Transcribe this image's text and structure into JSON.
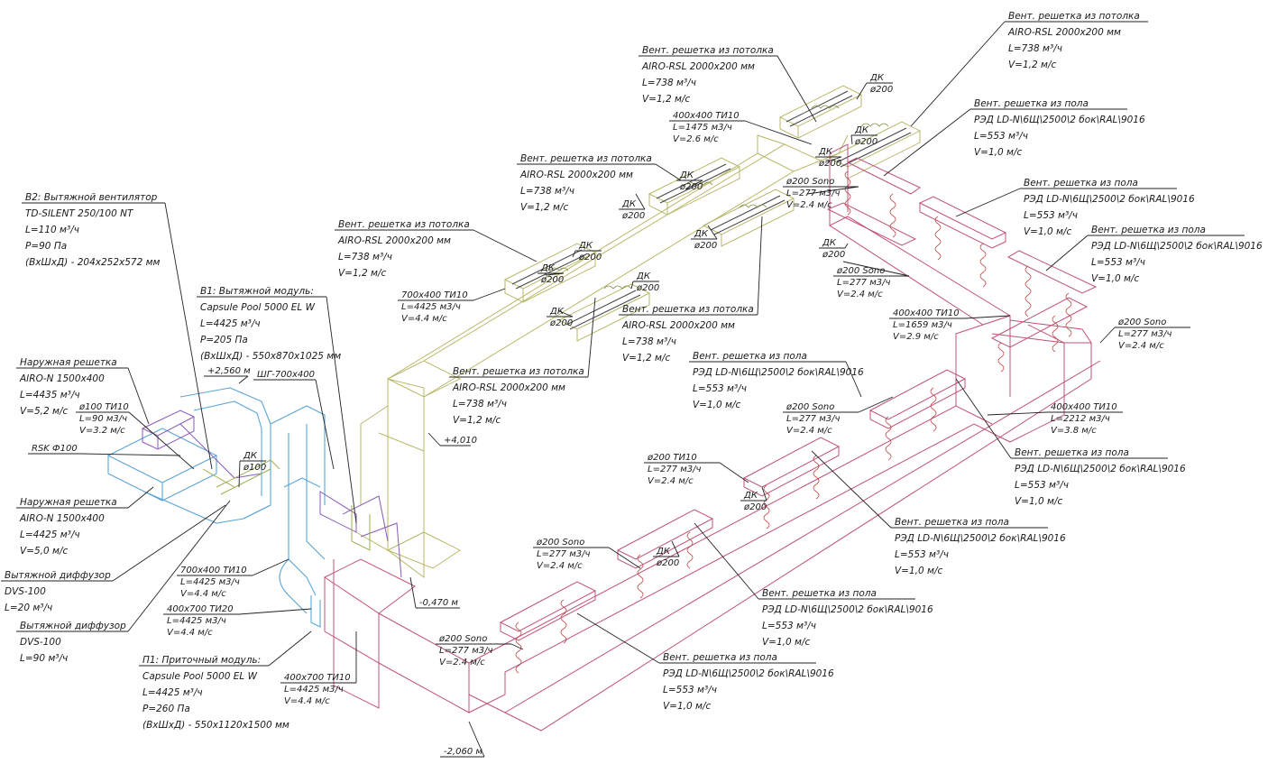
{
  "texts": {
    "t1": [
      "Вент. решетка из потолка",
      "AIRO-RSL 2000x200 мм",
      "L=738 м³/ч",
      "V=1,2 м/с"
    ],
    "t2": [
      "Вент. решетка из потолка",
      "AIRO-RSL 2000x200 мм",
      "L=738 м³/ч",
      "V=1,2 м/с"
    ],
    "t3": [
      "Вент. решетка из пола",
      "РЭД LD-N\\6Щ\\2500\\2 бок\\RAL\\9016",
      "L=553 м³/ч",
      "V=1,0 м/с"
    ],
    "t4": [
      "400x400 ТИ10",
      "L=1475 м3/ч",
      "V=2.6 м/с"
    ],
    "t5": [
      "ДК",
      "ø200"
    ],
    "t6": [
      "ДК",
      "ø200"
    ],
    "t7": [
      "ДК",
      "ø200"
    ],
    "t8": [
      "Вент. решетка из потолка",
      "AIRO-RSL 2000x200 мм",
      "L=738 м³/ч",
      "V=1,2 м/с"
    ],
    "t9": [
      "ДК",
      "ø200"
    ],
    "t10": [
      "ДК",
      "ø200"
    ],
    "t11": [
      "ø200 Sono",
      "L=277 м3/ч",
      "V=2.4 м/с"
    ],
    "t12": [
      "ДК",
      "ø200"
    ],
    "t13": [
      "Вент. решетка из пола",
      "РЭД LD-N\\6Щ\\2500\\2 бок\\RAL\\9016",
      "L=553 м³/ч",
      "V=1,0 м/с"
    ],
    "t14": [
      "Вент. решетка из пола",
      "РЭД LD-N\\6Щ\\2500\\2 бок\\RAL\\9016",
      "L=553 м³/ч",
      "V=1,0 м/с"
    ],
    "t15": [
      "В2: Вытяжной вентилятор",
      "TD-SILENT 250/100 NT",
      "L=110 м³/ч",
      "P=90 Па",
      "(ВхШхД) - 204х252х572 мм"
    ],
    "t16": [
      "Вент. решетка из потолка",
      "AIRO-RSL 2000x200 мм",
      "L=738 м³/ч",
      "V=1,2 м/с"
    ],
    "t17": [
      "ДК",
      "ø200"
    ],
    "t18": [
      "ДК",
      "ø200"
    ],
    "t19": [
      "ДК",
      "ø200"
    ],
    "t20": [
      "ø200 Sono",
      "L=277 м3/ч",
      "V=2.4 м/с"
    ],
    "t21": [
      "700x400 ТИ10",
      "L=4425 м3/ч",
      "V=4.4 м/с"
    ],
    "t22": [
      "ДК",
      "ø200"
    ],
    "t23": [
      "ДК",
      "ø200"
    ],
    "t24": [
      "Вент. решетка из потолка",
      "AIRO-RSL 2000x200 мм",
      "L=738 м³/ч",
      "V=1,2 м/с"
    ],
    "t25": [
      "400x400 ТИ10",
      "L=1659 м3/ч",
      "V=2.9 м/с"
    ],
    "t26": [
      "ø200 Sono",
      "L=277 м3/ч",
      "V=2.4 м/с"
    ],
    "t27": [
      "В1: Вытяжной модуль:",
      "Capsule Pool 5000 EL W",
      "L=4425 м³/ч",
      "P=205 Па",
      "(ВхШхД) - 550х870х1025 мм"
    ],
    "t28": [
      "Вент. решетка из пола",
      "РЭД LD-N\\6Щ\\2500\\2 бок\\RAL\\9016",
      "L=553 м³/ч",
      "V=1,0 м/с"
    ],
    "t29": [
      "Наружная решетка",
      "AIRO-N 1500x400",
      "L=4435 м³/ч",
      "V=5,2 м/с"
    ],
    "t30": [
      "+2,560 м"
    ],
    "t31": [
      "ШГ-700x400"
    ],
    "t32": [
      "Вент. решетка из потолка",
      "AIRO-RSL 2000x200 мм",
      "L=738 м³/ч",
      "V=1,2 м/с"
    ],
    "t33": [
      "ø100 ТИ10",
      "L=90 м3/ч",
      "V=3.2 м/с"
    ],
    "t34": [
      "ø200 Sono",
      "L=277 м3/ч",
      "V=2.4 м/с"
    ],
    "t35": [
      "400x400 ТИ10",
      "L=2212 м3/ч",
      "V=3.8 м/с"
    ],
    "t36": [
      "+4,010"
    ],
    "t37": [
      "RSK Ф100"
    ],
    "t38": [
      "ДК",
      "ø100"
    ],
    "t39": [
      "Вент. решетка из пола",
      "РЭД LD-N\\6Щ\\2500\\2 бок\\RAL\\9016",
      "L=553 м³/ч",
      "V=1,0 м/с"
    ],
    "t40": [
      "ø200 ТИ10",
      "L=277 м3/ч",
      "V=2.4 м/с"
    ],
    "t41": [
      "ДК",
      "ø200"
    ],
    "t42": [
      "Наружная решетка",
      "AIRO-N 1500x400",
      "L=4425 м³/ч",
      "V=5,0 м/с"
    ],
    "t43": [
      "Вент. решетка из пола",
      "РЭД LD-N\\6Щ\\2500\\2 бок\\RAL\\9016",
      "L=553 м³/ч",
      "V=1,0 м/с"
    ],
    "t44": [
      "ø200 Sono",
      "L=277 м3/ч",
      "V=2.4 м/с"
    ],
    "t45": [
      "ДК",
      "ø200"
    ],
    "t46": [
      "Вытяжной диффузор",
      "DVS-100",
      "L=20 м³/ч"
    ],
    "t47": [
      "700x400 ТИ10",
      "L=4425 м3/ч",
      "V=4.4 м/с"
    ],
    "t48": [
      "400x700 ТИ20",
      "L=4425 м3/ч",
      "V=4.4 м/с"
    ],
    "t49": [
      "-0,470 м"
    ],
    "t50": [
      "Вент. решетка из пола",
      "РЭД LD-N\\6Щ\\2500\\2 бок\\RAL\\9016",
      "L=553 м³/ч",
      "V=1,0 м/с"
    ],
    "t51": [
      "Вытяжной диффузор",
      "DVS-100",
      "L=90 м³/ч"
    ],
    "t52": [
      "ø200 Sono",
      "L=277 м3/ч",
      "V=2.4 м/с"
    ],
    "t53": [
      "П1: Приточный модуль:",
      "Capsule Pool 5000 EL W",
      "L=4425 м³/ч",
      "P=260 Па",
      "(ВхШхД) - 550х1120х1500 мм"
    ],
    "t54": [
      "Вент. решетка из пола",
      "РЭД LD-N\\6Щ\\2500\\2 бок\\RAL\\9016",
      "L=553 м³/ч",
      "V=1,0 м/с"
    ],
    "t55": [
      "400x700 ТИ10",
      "L=4425 м3/ч",
      "V=4.4 м/с"
    ],
    "t56": [
      "-2,060 м"
    ]
  }
}
